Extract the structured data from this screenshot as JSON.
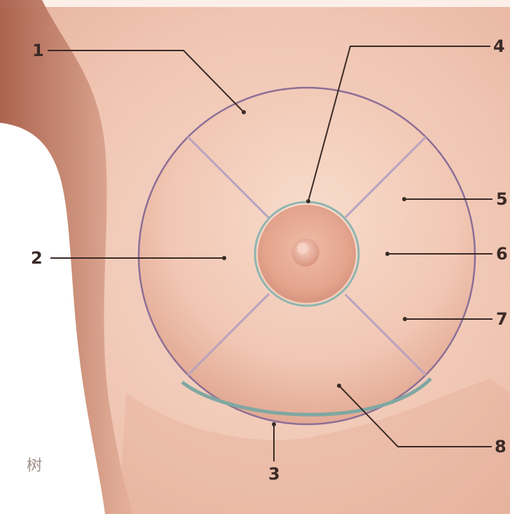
{
  "labels": {
    "l1": "1",
    "l2": "2",
    "l3": "3",
    "l4": "4",
    "l5": "5",
    "l6": "6",
    "l7": "7",
    "l8": "8"
  },
  "watermark": "树",
  "colors": {
    "skin_light": "#f6d8c8",
    "skin_mid": "#eebea9",
    "skin_shadow": "#c98c76",
    "skin_dark": "#a95f4b",
    "breast_outline": "#8c6e96",
    "quadrant_lines": "#b9a2bf",
    "areola": "#e4a48e",
    "areola_ring": "#8fb5b0",
    "fold_marker": "#7fa7a2",
    "leader_lines": "#3a2a26"
  }
}
